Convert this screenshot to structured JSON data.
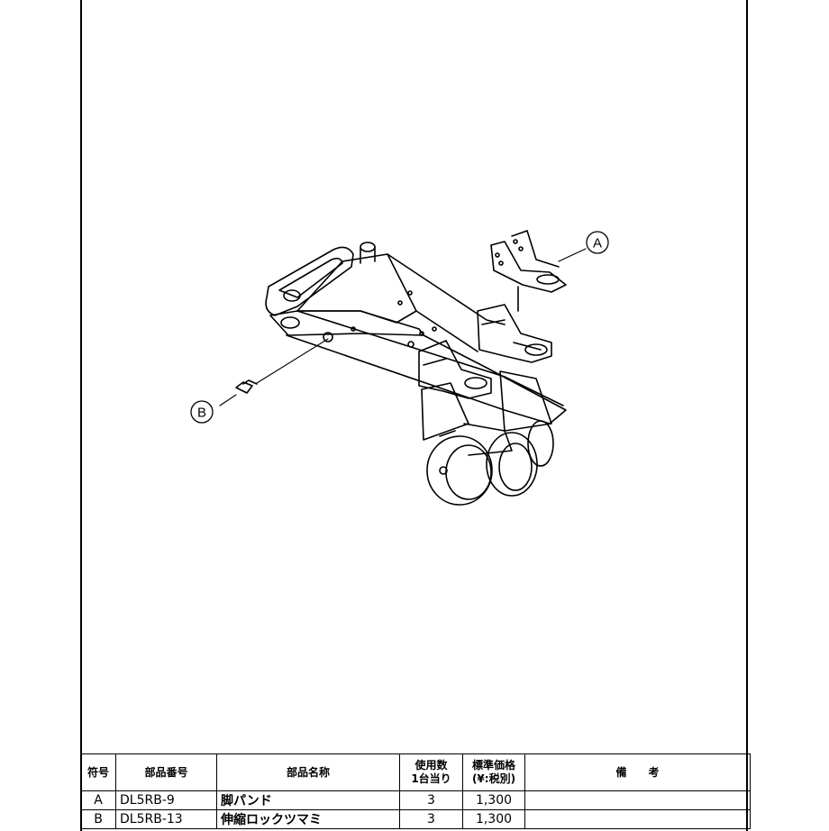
{
  "diagram": {
    "callouts": [
      {
        "label": "A"
      },
      {
        "label": "B"
      }
    ]
  },
  "table": {
    "headers": {
      "code": "符号",
      "part_number": "部品番号",
      "part_name": "部品名称",
      "qty": "使用数\n1台当り",
      "price": "標準価格\n(¥:税別)",
      "remarks": "備　　考"
    },
    "rows": [
      {
        "code": "A",
        "part_number": "DL5RB-9",
        "part_name": "脚パンド",
        "qty": "3",
        "price": "1,300",
        "remarks": ""
      },
      {
        "code": "B",
        "part_number": "DL5RB-13",
        "part_name": "伸縮ロックツマミ",
        "qty": "3",
        "price": "1,300",
        "remarks": ""
      }
    ]
  }
}
